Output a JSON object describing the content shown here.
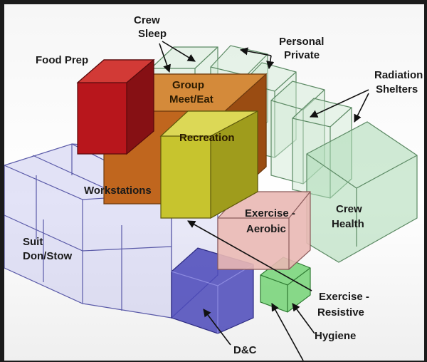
{
  "diagram": {
    "labels": {
      "crew_sleep": [
        "Crew",
        "Sleep"
      ],
      "personal_private": [
        "Personal",
        "Private"
      ],
      "radiation_shelters": [
        "Radiation",
        "Shelters"
      ],
      "food_prep": "Food Prep",
      "group_meet_eat": [
        "Group",
        "Meet/Eat"
      ],
      "recreation": "Recreation",
      "workstations": "Workstations",
      "exercise_aerobic": [
        "Exercise -",
        "Aerobic"
      ],
      "crew_health": [
        "Crew",
        "Health"
      ],
      "suit_don_stow": [
        "Suit",
        "Don/Stow"
      ],
      "exercise_resistive": [
        "Exercise -",
        "Resistive"
      ],
      "hygiene": "Hygiene",
      "d_and_c": "D&C"
    },
    "colors": {
      "food_prep": "#b8161c",
      "group_meet_eat": "#c0661e",
      "recreation": "#c7c42e",
      "exercise_aerobic": "#e9b8b4",
      "d_and_c": "#4a48b8",
      "workstations_grid": "#8a8ad6",
      "green_shells": "#9ed2a8",
      "exercise_resistive": "#58cc5a"
    }
  }
}
